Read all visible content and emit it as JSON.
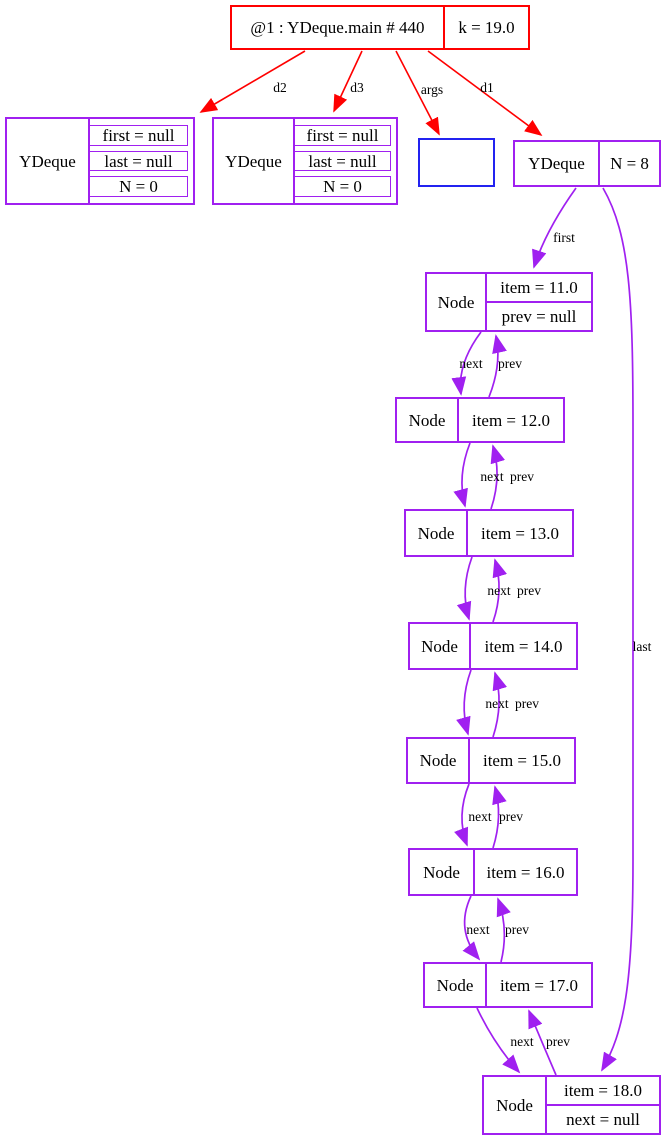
{
  "root_box": {
    "title": "@1 : YDeque.main # 440",
    "k": "k = 19.0"
  },
  "deque_d2": {
    "label": "YDeque",
    "fields": [
      "first = null",
      "last = null",
      "N = 0"
    ]
  },
  "deque_d3": {
    "label": "YDeque",
    "fields": [
      "first = null",
      "last = null",
      "N = 0"
    ]
  },
  "deque_d1": {
    "label": "YDeque",
    "n": "N = 8"
  },
  "nodes": [
    {
      "label": "Node",
      "fields": [
        "item = 11.0",
        "prev = null"
      ]
    },
    {
      "label": "Node",
      "fields": [
        "item = 12.0"
      ]
    },
    {
      "label": "Node",
      "fields": [
        "item = 13.0"
      ]
    },
    {
      "label": "Node",
      "fields": [
        "item = 14.0"
      ]
    },
    {
      "label": "Node",
      "fields": [
        "item = 15.0"
      ]
    },
    {
      "label": "Node",
      "fields": [
        "item = 16.0"
      ]
    },
    {
      "label": "Node",
      "fields": [
        "item = 17.0"
      ]
    },
    {
      "label": "Node",
      "fields": [
        "item = 18.0",
        "next = null"
      ]
    }
  ],
  "edge_labels": {
    "d2": "d2",
    "d3": "d3",
    "args": "args",
    "d1": "d1",
    "first": "first",
    "last": "last",
    "next": "next",
    "prev": "prev"
  },
  "colors": {
    "red": "#ff0000",
    "purple": "#a020f0",
    "blue": "#2323f0"
  }
}
